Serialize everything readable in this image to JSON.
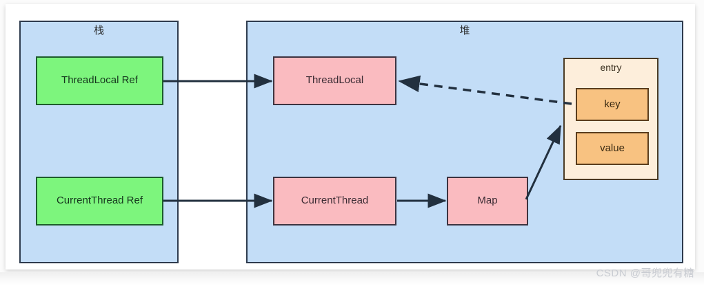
{
  "diagram": {
    "containers": [
      {
        "id": "stack",
        "label": "栈"
      },
      {
        "id": "heap",
        "label": "堆"
      }
    ],
    "nodes": [
      {
        "id": "threadlocal-ref",
        "label": "ThreadLocal Ref",
        "kind": "green"
      },
      {
        "id": "currentthread-ref",
        "label": "CurrentThread Ref",
        "kind": "green"
      },
      {
        "id": "threadlocal",
        "label": "ThreadLocal",
        "kind": "pink"
      },
      {
        "id": "currentthread",
        "label": "CurrentThread",
        "kind": "pink"
      },
      {
        "id": "map",
        "label": "Map",
        "kind": "pink"
      },
      {
        "id": "entry",
        "label": "entry",
        "kind": "entry"
      },
      {
        "id": "key",
        "label": "key",
        "kind": "orange"
      },
      {
        "id": "value",
        "label": "value",
        "kind": "orange"
      }
    ],
    "edges": [
      {
        "id": "edge-threadlocalref-threadlocal",
        "from": "threadlocal-ref",
        "to": "threadlocal",
        "style": "solid"
      },
      {
        "id": "edge-currentthreadref-currentthread",
        "from": "currentthread-ref",
        "to": "currentthread",
        "style": "solid"
      },
      {
        "id": "edge-currentthread-map",
        "from": "currentthread",
        "to": "map",
        "style": "solid"
      },
      {
        "id": "edge-map-entry",
        "from": "map",
        "to": "entry",
        "style": "solid"
      },
      {
        "id": "edge-key-threadlocal",
        "from": "key",
        "to": "threadlocal",
        "style": "dashed"
      }
    ],
    "colors": {
      "container_fill": "#c3ddf7",
      "container_stroke": "#2e3b4e",
      "green_fill": "#7df57d",
      "green_stroke": "#1d5c2b",
      "pink_fill": "#fabbc0",
      "pink_stroke": "#3d3340",
      "entry_fill": "#fdeedb",
      "orange_fill": "#f8c281",
      "orange_stroke": "#5a3d1d",
      "arrow_stroke": "#22303f"
    }
  },
  "watermark": {
    "text": "CSDN @哥兜兜有糖"
  }
}
